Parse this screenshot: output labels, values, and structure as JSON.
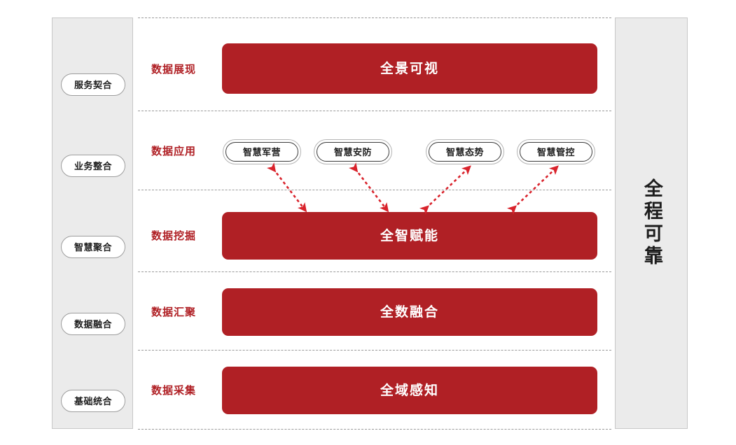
{
  "diagram": {
    "left_panel": {
      "name": "capability-column",
      "items": [
        {
          "label": "服务契合"
        },
        {
          "label": "业务整合"
        },
        {
          "label": "智慧聚合"
        },
        {
          "label": "数据融合"
        },
        {
          "label": "基础统合"
        }
      ]
    },
    "right_panel": {
      "name": "reliability-banner",
      "label": "全程可靠"
    },
    "stages": [
      {
        "stage_label": "数据展现",
        "bar_label": "全景可视"
      },
      {
        "stage_label": "数据应用",
        "bar_label": ""
      },
      {
        "stage_label": "数据挖掘",
        "bar_label": "全智赋能"
      },
      {
        "stage_label": "数据汇聚",
        "bar_label": "全数融合"
      },
      {
        "stage_label": "数据采集",
        "bar_label": "全域感知"
      }
    ],
    "applications": [
      {
        "label": "智慧军营"
      },
      {
        "label": "智慧安防"
      },
      {
        "label": "智慧态势"
      },
      {
        "label": "智慧管控"
      }
    ],
    "colors": {
      "brand_red": "#B02025",
      "panel_gray": "#EBEBEB",
      "panel_border": "#C8C8C8",
      "separator_gray": "#9A9A9A",
      "pill_border": "#9D9D9D",
      "text_dark": "#1D1D1D",
      "bar_text": "#FFFFFF"
    }
  }
}
